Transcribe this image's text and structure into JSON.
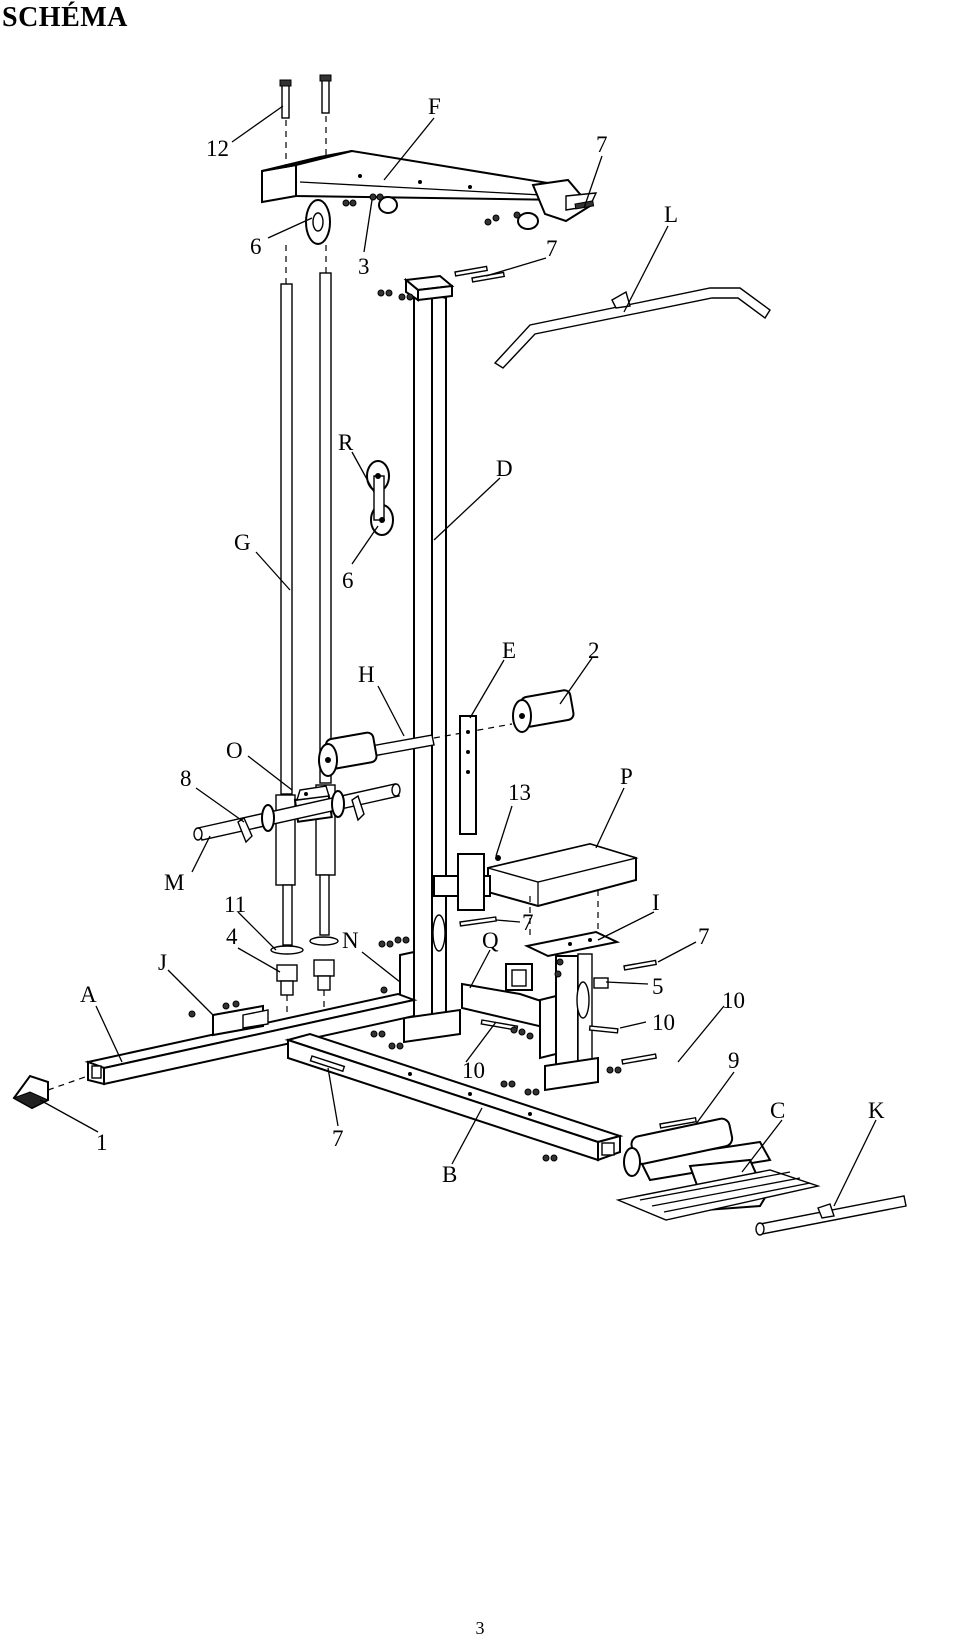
{
  "page": {
    "title": "SCHÉMA",
    "page_number": "3"
  },
  "diagram": {
    "labels": [
      {
        "id": "12",
        "text": "12"
      },
      {
        "id": "F",
        "text": "F"
      },
      {
        "id": "7a",
        "text": "7"
      },
      {
        "id": "L",
        "text": "L"
      },
      {
        "id": "6a",
        "text": "6"
      },
      {
        "id": "3",
        "text": "3"
      },
      {
        "id": "7b",
        "text": "7"
      },
      {
        "id": "R",
        "text": "R"
      },
      {
        "id": "D",
        "text": "D"
      },
      {
        "id": "G",
        "text": "G"
      },
      {
        "id": "6b",
        "text": "6"
      },
      {
        "id": "H",
        "text": "H"
      },
      {
        "id": "E",
        "text": "E"
      },
      {
        "id": "2",
        "text": "2"
      },
      {
        "id": "O",
        "text": "O"
      },
      {
        "id": "P",
        "text": "P"
      },
      {
        "id": "8",
        "text": "8"
      },
      {
        "id": "13",
        "text": "13"
      },
      {
        "id": "M",
        "text": "M"
      },
      {
        "id": "11",
        "text": "11"
      },
      {
        "id": "7c",
        "text": "7"
      },
      {
        "id": "I",
        "text": "I"
      },
      {
        "id": "4",
        "text": "4"
      },
      {
        "id": "N",
        "text": "N"
      },
      {
        "id": "Q",
        "text": "Q"
      },
      {
        "id": "7d",
        "text": "7"
      },
      {
        "id": "J",
        "text": "J"
      },
      {
        "id": "5",
        "text": "5"
      },
      {
        "id": "10a",
        "text": "10"
      },
      {
        "id": "A",
        "text": "A"
      },
      {
        "id": "10b",
        "text": "10"
      },
      {
        "id": "10c",
        "text": "10"
      },
      {
        "id": "9",
        "text": "9"
      },
      {
        "id": "C",
        "text": "C"
      },
      {
        "id": "K",
        "text": "K"
      },
      {
        "id": "1",
        "text": "1"
      },
      {
        "id": "7e",
        "text": "7"
      },
      {
        "id": "B",
        "text": "B"
      }
    ]
  }
}
